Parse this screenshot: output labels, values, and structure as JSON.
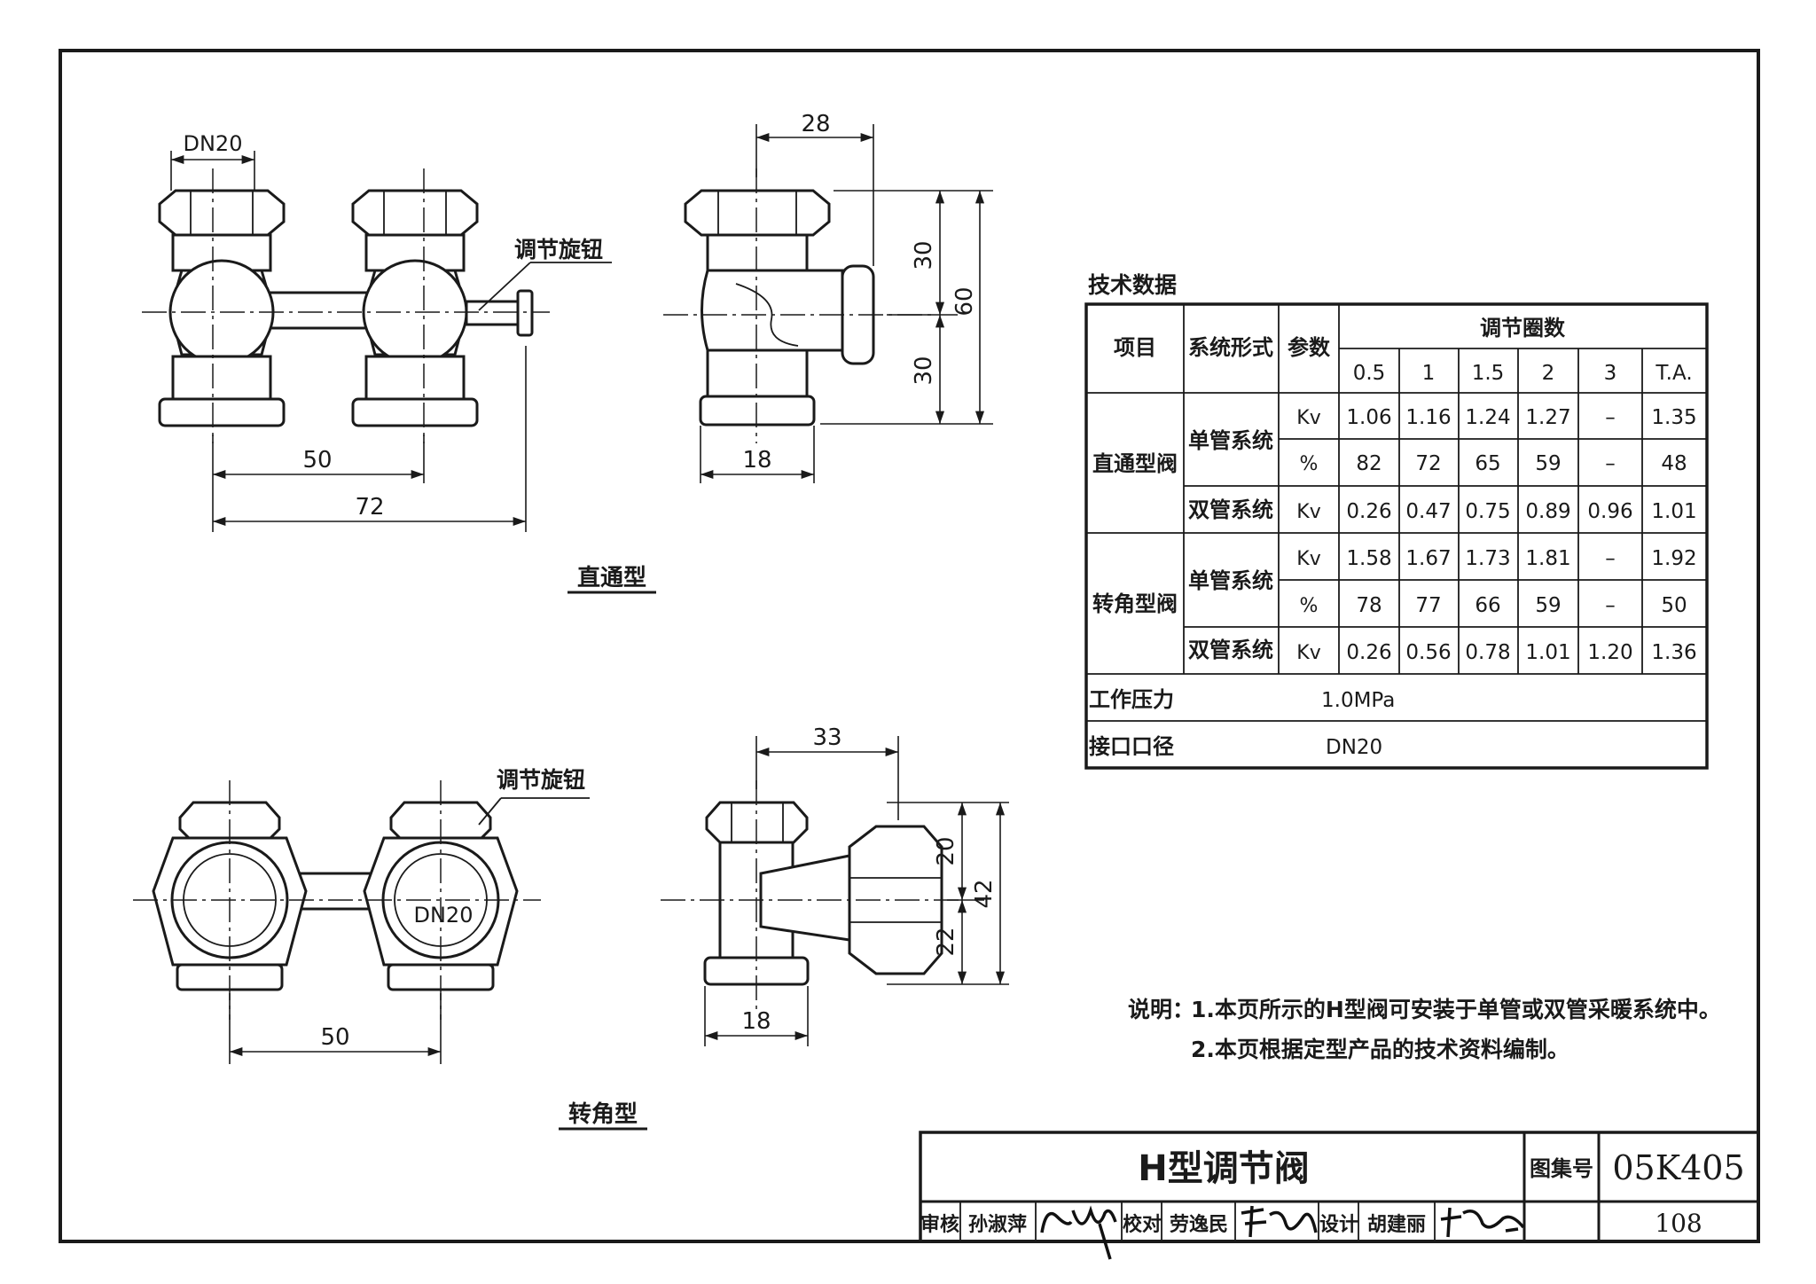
{
  "drawing": {
    "straight": {
      "caption": "直通型",
      "knob_label": "调节旋钮",
      "dims": {
        "port": "DN20",
        "spacing": "50",
        "overall": "72",
        "depth": "28",
        "upper": "30",
        "lower": "30",
        "height": "60",
        "base": "18"
      }
    },
    "angle": {
      "caption": "转角型",
      "knob_label": "调节旋钮",
      "dims": {
        "port": "DN20",
        "spacing": "50",
        "depth": "33",
        "upper": "20",
        "lower": "22",
        "height": "42",
        "base": "18"
      }
    }
  },
  "tech": {
    "title": "技术数据",
    "headers": {
      "item": "项目",
      "system": "系统形式",
      "param": "参数",
      "turns": "调节圈数"
    },
    "turns": [
      "0.5",
      "1",
      "1.5",
      "2",
      "3",
      "T.A."
    ],
    "groups": [
      {
        "name": "直通型阀",
        "rows": [
          {
            "system": "单管系统",
            "param": "Kv",
            "values": [
              "1.06",
              "1.16",
              "1.24",
              "1.27",
              "–",
              "1.35"
            ]
          },
          {
            "system": "",
            "param": "%",
            "values": [
              "82",
              "72",
              "65",
              "59",
              "–",
              "48"
            ]
          },
          {
            "system": "双管系统",
            "param": "Kv",
            "values": [
              "0.26",
              "0.47",
              "0.75",
              "0.89",
              "0.96",
              "1.01"
            ]
          }
        ]
      },
      {
        "name": "转角型阀",
        "rows": [
          {
            "system": "单管系统",
            "param": "Kv",
            "values": [
              "1.58",
              "1.67",
              "1.73",
              "1.81",
              "–",
              "1.92"
            ]
          },
          {
            "system": "",
            "param": "%",
            "values": [
              "78",
              "77",
              "66",
              "59",
              "–",
              "50"
            ]
          },
          {
            "system": "双管系统",
            "param": "Kv",
            "values": [
              "0.26",
              "0.56",
              "0.78",
              "1.01",
              "1.20",
              "1.36"
            ]
          }
        ]
      }
    ],
    "pressure": {
      "label": "工作压力",
      "value": "1.0MPa"
    },
    "bore": {
      "label": "接口口径",
      "value": "DN20"
    }
  },
  "notes": {
    "prefix": "说明：",
    "items": [
      "1.本页所示的H型阀可安装于单管或双管采暖系统中。",
      "2.本页根据定型产品的技术资料编制。"
    ]
  },
  "titleblock": {
    "title": "H型调节阀",
    "atlas_label": "图集号",
    "atlas_no": "05K405",
    "page": "108",
    "review_label": "审核",
    "reviewer": "孙淑萍",
    "check_label": "校对",
    "checker": "劳逸民",
    "design_label": "设计",
    "designer": "胡建丽"
  }
}
